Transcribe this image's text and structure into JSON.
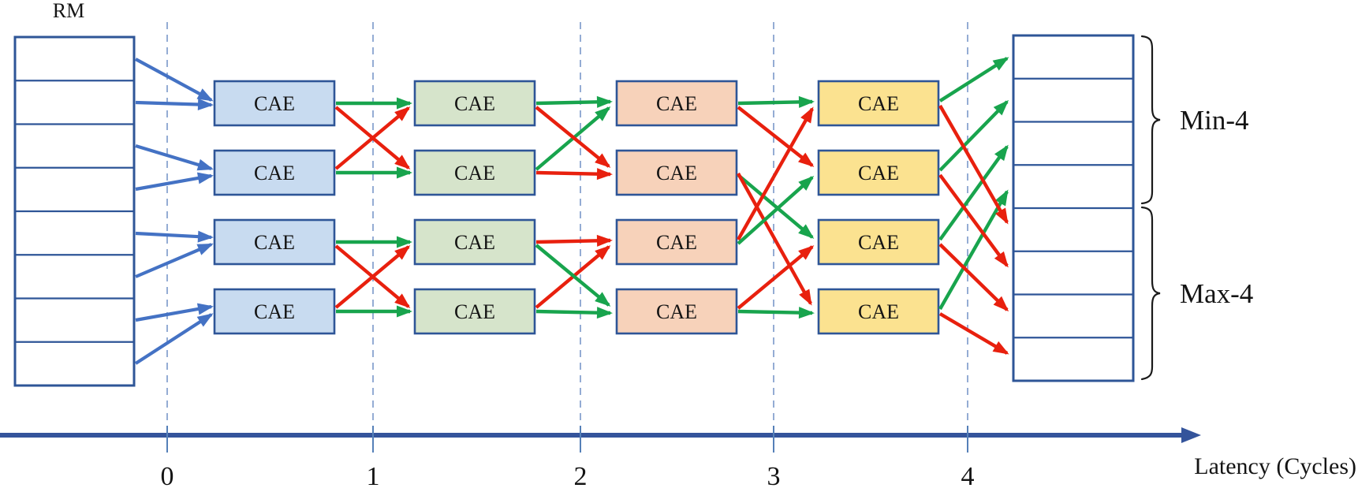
{
  "labels": {
    "rm": "RM",
    "cae": "CAE",
    "min4": "Min-4",
    "max4": "Max-4"
  },
  "axis": {
    "title": "Latency (Cycles)",
    "ticks": [
      "0",
      "1",
      "2",
      "3",
      "4"
    ]
  },
  "registers": {
    "input_name": "RM",
    "input_cells": 8,
    "output_cells": 8
  },
  "network": {
    "stages": 4,
    "cae_units_per_stage": 4,
    "total_cae_units": 16
  },
  "colors": {
    "box_border": "#2E5597",
    "stage_fills": [
      "#C8DBF0",
      "#D6E4CB",
      "#F7D2BA",
      "#FBE290"
    ],
    "arrow_blue": "#4472C4",
    "arrow_green": "#18A44D",
    "arrow_red": "#E8200E",
    "axis_line": "#34549B",
    "dashed_line": "#7A97C9",
    "text": "#141414"
  }
}
